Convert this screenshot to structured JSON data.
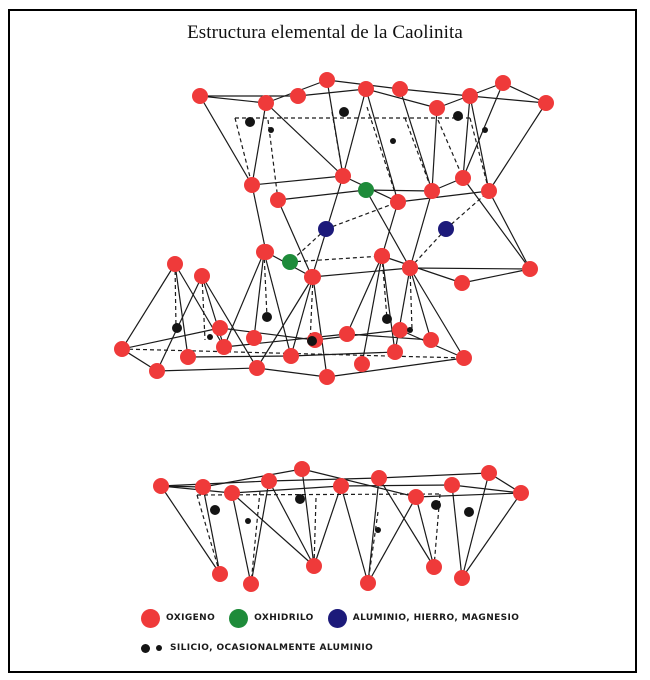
{
  "title": "Estructura elemental de la Caolinita",
  "colors": {
    "oxygen": "#ef3a3a",
    "hydroxyl": "#1e8b3a",
    "aluminum": "#1c1a7a",
    "silicon": "#141414",
    "bond": "#1a1a1a"
  },
  "legend": {
    "oxygen": {
      "label": "OXIGENO"
    },
    "hydroxyl": {
      "label": "OXHIDRILO"
    },
    "aluminum": {
      "label": "ALUMINIO, HIERRO, MAGNESIO"
    },
    "silicon": {
      "label": "SILICIO, OCASIONALMENTE ALUMINIO"
    }
  }
}
